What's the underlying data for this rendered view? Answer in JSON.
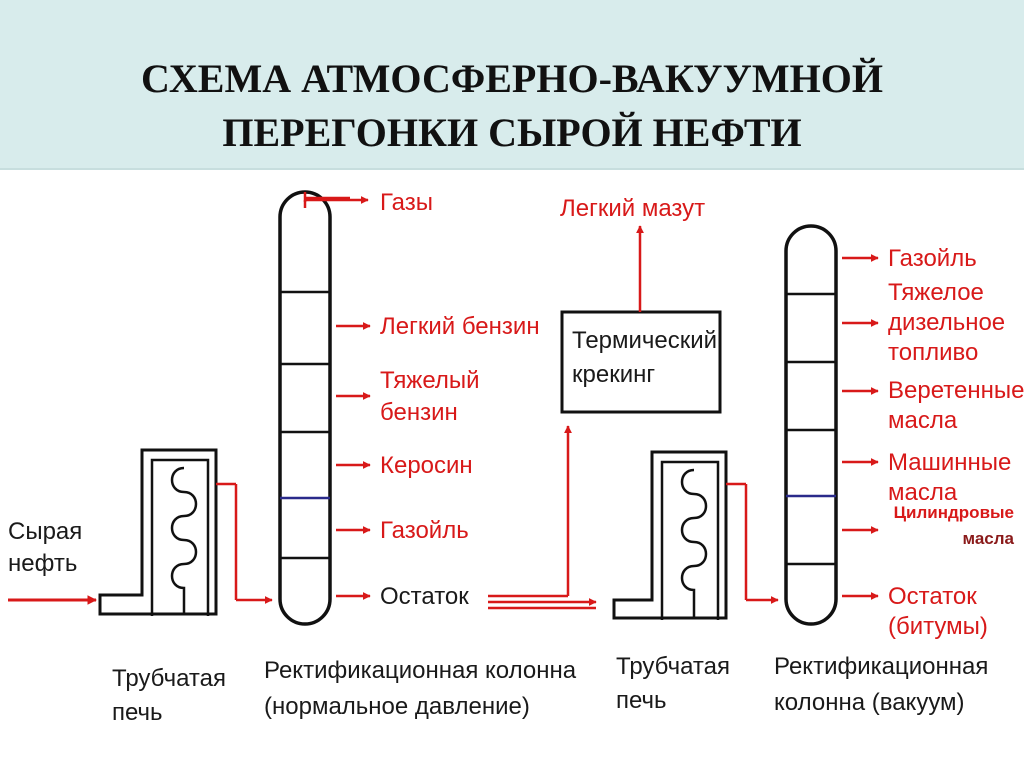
{
  "title": "СХЕМА АТМОСФЕРНО-ВАКУУМНОЙ\nПЕРЕГОНКИ СЫРОЙ НЕФТИ",
  "colors": {
    "title_band": "#d8ecec",
    "arrows": "#d81919",
    "line": "#111111",
    "product_text": "#d81919"
  },
  "inputs": {
    "crude_line1": "Сырая",
    "crude_line2": "нефть"
  },
  "furnace1": {
    "label_line1": "Трубчатая",
    "label_line2": "печь"
  },
  "column1": {
    "label_line1": "Ректификационная колонна",
    "label_line2": "(нормальное давление)",
    "products": [
      "Газы",
      "Легкий бензин",
      "Тяжелый",
      "бензин",
      "Керосин",
      "Газойль"
    ],
    "residue": "Остаток"
  },
  "cracking": {
    "box_line1": "Термический",
    "box_line2": "крекинг",
    "output": "Легкий мазут"
  },
  "furnace2": {
    "label_line1": "Трубчатая",
    "label_line2": "печь"
  },
  "column2": {
    "label_line1": "Ректификационная",
    "label_line2": "колонна (вакуум)",
    "products": [
      "Газойль",
      "Тяжелое",
      "дизельное",
      "топливо",
      "Веретенные",
      "масла",
      "Машинные",
      "масла",
      "Остаток",
      "(битумы)"
    ],
    "cylinder_oils_line1": "Цилиндровые",
    "cylinder_oils_line2": "масла"
  }
}
